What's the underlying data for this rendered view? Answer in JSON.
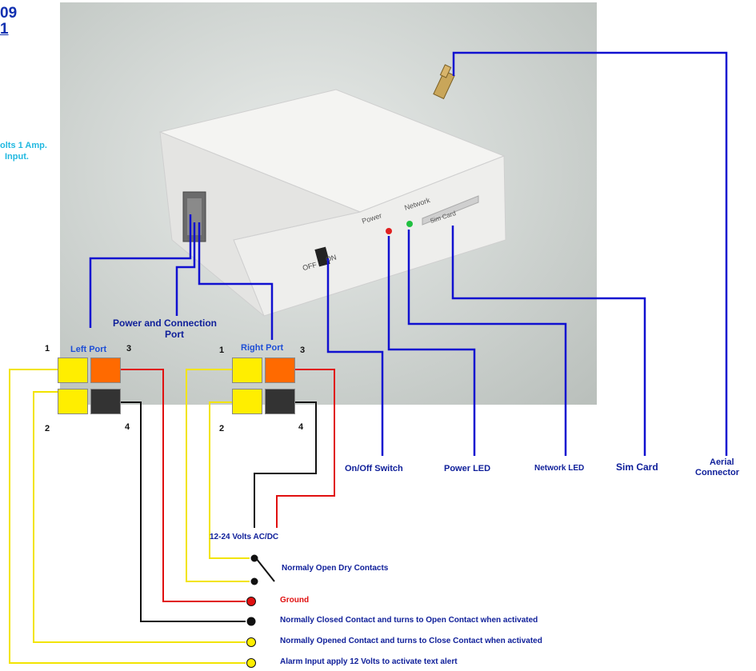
{
  "header": {
    "title_line1": "09",
    "title_line2": "1",
    "note_line1": "olts 1 Amp.",
    "note_line2": "Input."
  },
  "device": {
    "power_label": "Power",
    "network_label": "Network",
    "sim_label": "Sim Card",
    "switch_off": "OFF",
    "switch_on": "ON"
  },
  "labels": {
    "power_connection_port": "Power and Connection",
    "power_connection_port_2": "Port",
    "left_port": "Left Port",
    "right_port": "Right Port",
    "on_off_switch": "On/Off Switch",
    "power_led": "Power LED",
    "network_led": "Network LED",
    "sim_card": "Sim Card",
    "aerial_1": "Aerial",
    "aerial_2": "Connector",
    "volts": "12-24 Volts AC/DC"
  },
  "pin_numbers": {
    "left_1": "1",
    "left_2": "2",
    "left_3": "3",
    "left_4": "4",
    "right_1": "1",
    "right_2": "2",
    "right_3": "3",
    "right_4": "4"
  },
  "connections": [
    {
      "text": "Normaly Open Dry Contacts",
      "color": "#111111"
    },
    {
      "text": "Ground",
      "color": "#e01010"
    },
    {
      "text": "Normally Closed Contact and turns to Open Contact when activated",
      "color": "#111111"
    },
    {
      "text": "Normally Opened Contact and turns to Close Contact when activated",
      "color": "#111111"
    },
    {
      "text": "Alarm Input apply 12 Volts to activate text alert",
      "color": "#111111"
    }
  ],
  "colors": {
    "blue_wire": "#1010d0",
    "yellow": "#ffee00",
    "orange": "#ff6a00",
    "black": "#333333",
    "red": "#e01010"
  }
}
